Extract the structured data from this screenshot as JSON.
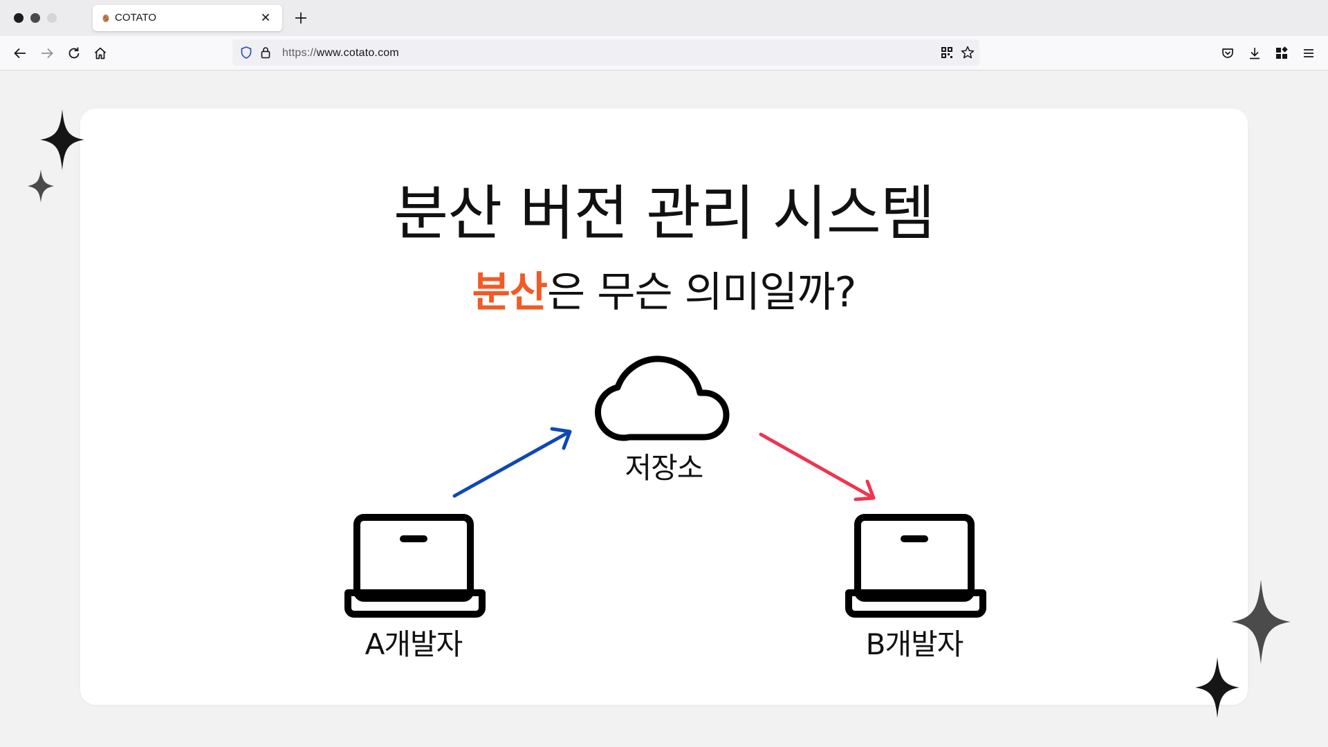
{
  "browser": {
    "tab": {
      "title": "COTATO"
    },
    "url": {
      "protocol": "https://",
      "host": "www.cotato.com"
    }
  },
  "slide": {
    "title": "분산 버전 관리 시스템",
    "subtitle": {
      "highlight": "분산",
      "rest": "은 무슨 의미일까?",
      "highlight_color": "#f25a26"
    },
    "repository_label": "저장소",
    "developer_a_label": "A개발자",
    "developer_b_label": "B개발자",
    "arrow_push_color": "#0f47b8",
    "arrow_pull_color": "#f0344f"
  },
  "icons": {
    "cloud": "cloud-icon",
    "laptop": "laptop-icon",
    "sparkle": "sparkle-icon"
  }
}
